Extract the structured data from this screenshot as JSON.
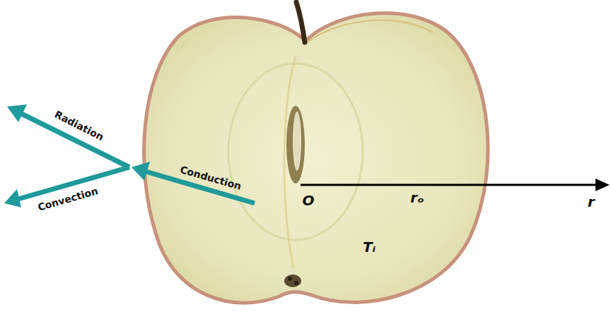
{
  "diagram": {
    "labels": [
      "Radiation",
      "Conduction",
      "Convection",
      "O",
      "rₒ",
      "r",
      "Tᵢ"
    ]
  }
}
